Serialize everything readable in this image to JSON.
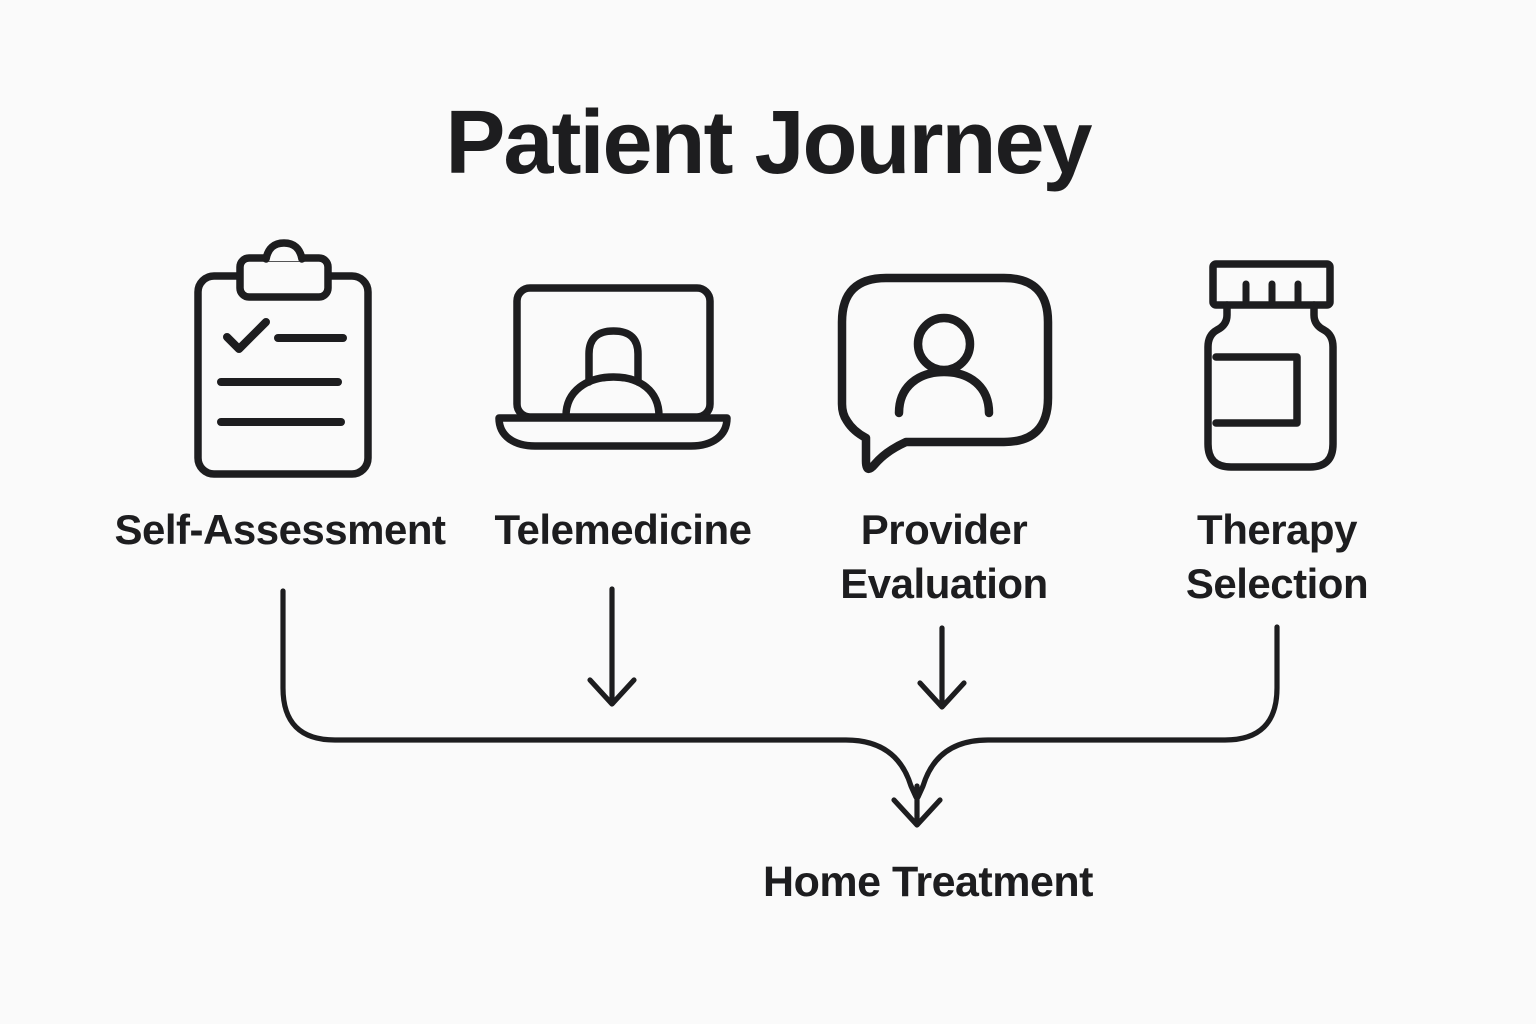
{
  "title": "Patient Journey",
  "colors": {
    "background": "#fafafa",
    "ink": "#1d1d1f"
  },
  "steps": [
    {
      "label": "Self-Assessment",
      "icon": "clipboard-checklist-icon"
    },
    {
      "label": "Telemedicine",
      "icon": "laptop-video-call-icon"
    },
    {
      "label": "Provider Evaluation",
      "icon": "chat-bubble-person-icon"
    },
    {
      "label": "Therapy Selection",
      "icon": "medicine-bottle-icon"
    }
  ],
  "result": {
    "label": "Home Treatment"
  }
}
